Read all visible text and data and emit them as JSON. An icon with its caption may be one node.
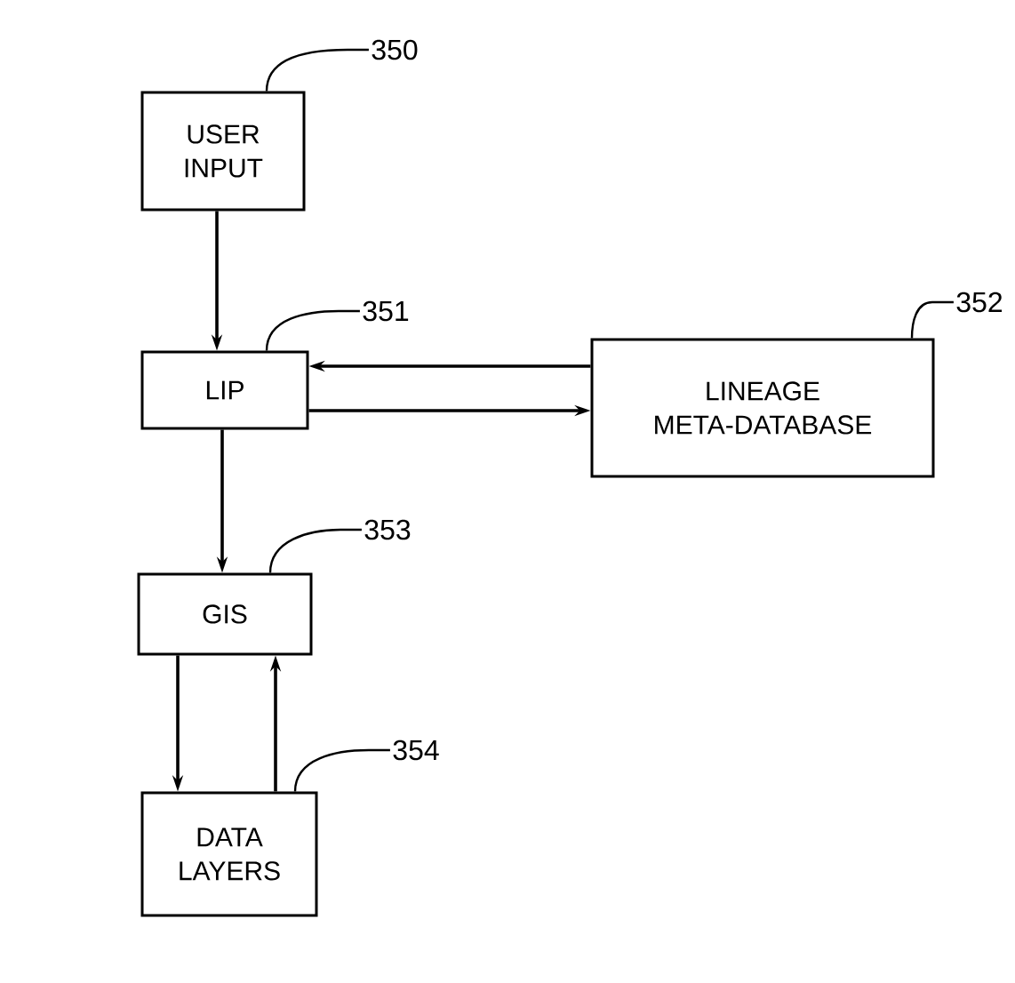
{
  "diagram": {
    "nodes": [
      {
        "text": [
          "USER INPUT"
        ]
      },
      {
        "text": [
          "LIP"
        ]
      },
      {
        "text": [
          "LINEAGE META-DATABASE"
        ]
      },
      {
        "text": [
          "GIS"
        ]
      },
      {
        "text": [
          "DATA LAYERS"
        ]
      },
      {
        "text": [
          "350"
        ]
      },
      {
        "text": [
          "351"
        ]
      },
      {
        "text": [
          "352"
        ]
      },
      {
        "text": [
          "353"
        ]
      },
      {
        "text": [
          "354"
        ]
      }
    ],
    "edges": [
      {
        "from": 0,
        "to": 1,
        "arrow": "to"
      },
      {
        "from": 2,
        "to": 1,
        "arrow": "to"
      },
      {
        "from": 1,
        "to": 2,
        "arrow": "to"
      },
      {
        "from": 1,
        "to": 3,
        "arrow": "to"
      },
      {
        "from": 3,
        "to": 4,
        "arrow": "to"
      },
      {
        "from": 4,
        "to": 3,
        "arrow": "to"
      },
      {
        "from": 5,
        "to": 0,
        "arrow": "none"
      },
      {
        "from": 6,
        "to": 1,
        "arrow": "none"
      },
      {
        "from": 7,
        "to": 2,
        "arrow": "none"
      },
      {
        "from": 8,
        "to": 3,
        "arrow": "none"
      },
      {
        "from": 9,
        "to": 4,
        "arrow": "none"
      }
    ]
  }
}
